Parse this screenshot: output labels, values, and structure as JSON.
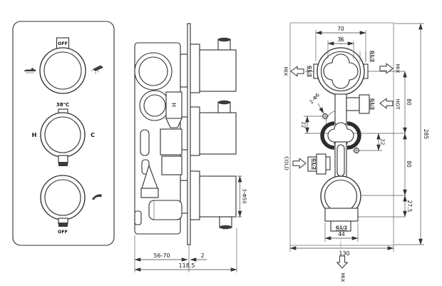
{
  "colors": {
    "ink": "#2f2f2f",
    "background": "#ffffff"
  },
  "drawing": {
    "front": {
      "top_knob_label": "OFF",
      "temp_label": "38℃",
      "hot_label": "H",
      "cold_label": "C",
      "bottom_knob_label": "OFF"
    },
    "side": {
      "h_marker": "H",
      "knob_diameter": "3-Φ50",
      "dims": {
        "mount_depth_range": "56-70",
        "plate_thickness": "2",
        "total_depth": "118.5"
      }
    },
    "rear": {
      "ports": {
        "mix_left": "MIX",
        "mix_right": "MIX",
        "hot": "HOT",
        "cold": "COLD",
        "mix_bottom": "MIX",
        "g12_mix_left": "G1/2",
        "g12_mix_right": "G1/2",
        "g12_hot": "G1/2",
        "g12_cold": "G1/2",
        "g12_bottom": "G1/2"
      },
      "dims": {
        "width_top": "70",
        "width_inner": "36",
        "spacing_upper": "80",
        "spacing_lower": "80",
        "outlet_offset": "27.5",
        "outlet_width": "44",
        "total_width": "130",
        "total_height": "285",
        "screw_holes": "2-Φ6",
        "hole_offset_upper": "22",
        "hole_offset_lower": "22"
      }
    }
  }
}
